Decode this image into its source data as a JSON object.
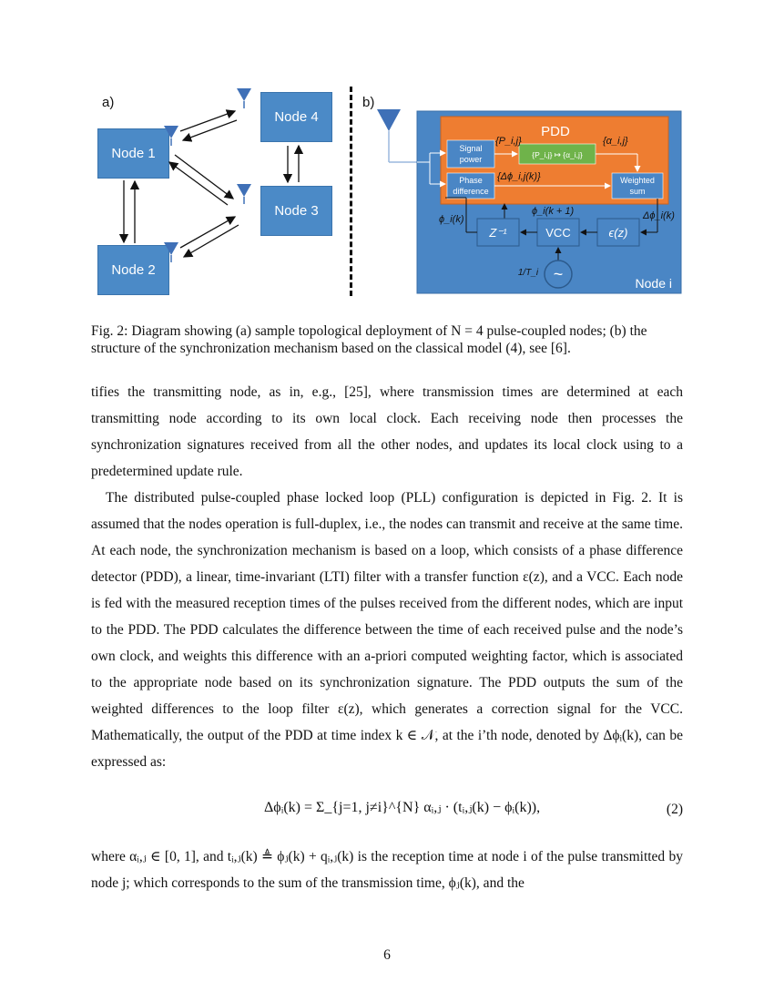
{
  "figure": {
    "panel_a": "a)",
    "panel_b": "b)",
    "nodes": {
      "node1": "Node 1",
      "node2": "Node 2",
      "node3": "Node 3",
      "node4": "Node 4"
    },
    "pdd": {
      "title": "PDD",
      "signal_power": [
        "Signal",
        "power"
      ],
      "mapping": "{P_i,j} ↦ {α_i,j}",
      "phase_difference": [
        "Phase",
        "difference"
      ],
      "weighted_sum": [
        "Weighted",
        "sum"
      ],
      "vcc": "VCC",
      "z_inv": "Z⁻¹",
      "filter": "ϵ(z)",
      "node_label": "Node i",
      "lbl_P": "{P_i,j}",
      "lbl_alpha": "{α_i,j}",
      "lbl_dphi_ij": "{Δϕ_i,j(k)}",
      "lbl_phi_k1": "ϕ_i(k + 1)",
      "lbl_phi_k": "ϕ_i(k)",
      "lbl_dphi_k": "Δϕ_i(k)",
      "lbl_1_over_T": "1/T_i",
      "osc": "~"
    },
    "colors": {
      "node_blue": "#4b8ac7",
      "panel_blue": "#4a86c5",
      "pdd_orange": "#ee7d31",
      "map_green": "#6fb34a",
      "antenna": "#3f70b7"
    }
  },
  "caption": "Fig. 2: Diagram showing (a) sample topological deployment of N = 4 pulse-coupled nodes; (b) the structure of the synchronization mechanism based on the classical model (4), see [6].",
  "body": {
    "p1": "tifies the transmitting node, as in, e.g., [25], where transmission times are determined at each transmitting node according to its own local clock. Each receiving node then processes the synchronization signatures received from all the other nodes, and updates its local clock using to a predetermined update rule.",
    "p2": "The distributed pulse-coupled phase locked loop (PLL) configuration is depicted in Fig. 2. It is assumed that the nodes operation is full-duplex, i.e., the nodes can transmit and receive at the same time. At each node, the synchronization mechanism is based on a loop, which consists of a phase difference detector (PDD), a linear, time-invariant (LTI) filter with a transfer function ε(z), and a VCC. Each node is fed with the measured reception times of the pulses received from the different nodes, which are input to the PDD. The PDD calculates the difference between the time of each received pulse and the node’s own clock, and weights this difference with an a-priori computed weighting factor, which is associated to the appropriate node based on its synchronization signature. The PDD outputs the sum of the weighted differences to the loop filter ε(z), which generates a correction signal for the VCC. Mathematically, the output of the PDD at time index k ∈ 𝒩, at the i’th node, denoted by Δϕᵢ(k), can be expressed as:",
    "equation": "Δϕᵢ(k) = Σ_{j=1, j≠i}^{N} αᵢ,ⱼ · (tᵢ,ⱼ(k) − ϕᵢ(k)),",
    "eq_number": "(2)",
    "p3": "where αᵢ,ⱼ ∈ [0, 1], and tᵢ,ⱼ(k) ≜ ϕⱼ(k) + qᵢ,ⱼ(k) is the reception time at node i of the pulse transmitted by node j; which corresponds to the sum of the transmission time, ϕⱼ(k), and the"
  },
  "page_number": "6"
}
